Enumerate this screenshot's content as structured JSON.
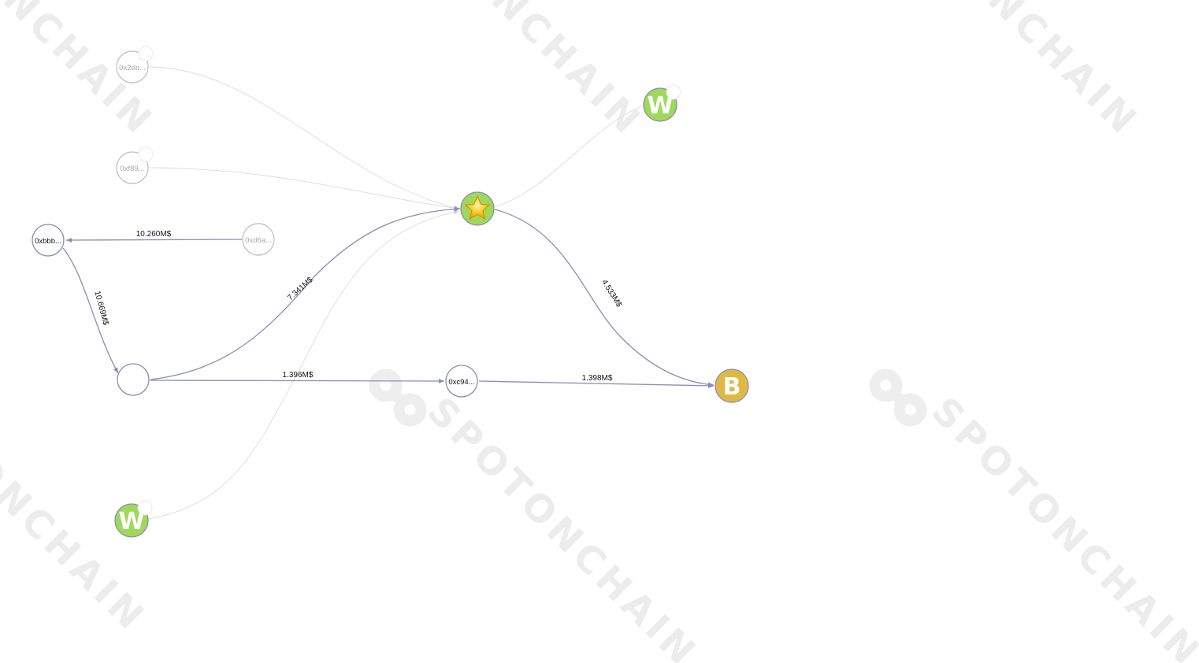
{
  "watermark": {
    "text": "SPOTONCHAIN"
  },
  "colors": {
    "edge": "#8a8cb4",
    "edge_faint": "#dcdcdc",
    "wallet_green": "#9ed95a",
    "exchange_gold": "#e0b943",
    "star_gold": "#f5c518"
  },
  "nodes": {
    "n_2eb": {
      "label": "0x2eb...",
      "style": "faint",
      "icon": "address"
    },
    "n_f89": {
      "label": "0xf89...",
      "style": "faint",
      "icon": "address"
    },
    "n_bbb": {
      "label": "0xbbb...",
      "style": "normal",
      "icon": "address"
    },
    "n_d6a": {
      "label": "0xd6a...",
      "style": "faint",
      "icon": "address"
    },
    "n_empty": {
      "label": "",
      "style": "normal",
      "icon": "address"
    },
    "n_c94": {
      "label": "0xc94...",
      "style": "normal",
      "icon": "address"
    },
    "n_star": {
      "label": "",
      "style": "normal",
      "icon": "star-icon"
    },
    "n_w_top": {
      "label": "W",
      "style": "normal",
      "icon": "w-wallet-icon"
    },
    "n_w_bottom": {
      "label": "W",
      "style": "normal",
      "icon": "w-wallet-icon"
    },
    "n_b": {
      "label": "B",
      "style": "normal",
      "icon": "b-exchange-icon"
    }
  },
  "edges": {
    "e_d6a_bbb": {
      "from": "0xd6a...",
      "to": "0xbbb...",
      "amount": "10.260M$"
    },
    "e_bbb_empty": {
      "from": "0xbbb...",
      "to": "",
      "amount": "10.669M$"
    },
    "e_empty_star": {
      "from": "",
      "to": "star",
      "amount": "7.341M$"
    },
    "e_empty_c94": {
      "from": "",
      "to": "0xc94...",
      "amount": "1.396M$"
    },
    "e_c94_b": {
      "from": "0xc94...",
      "to": "B",
      "amount": "1.398M$"
    },
    "e_star_b": {
      "from": "star",
      "to": "B",
      "amount": "4.533M$"
    },
    "e_2eb_star": {
      "from": "0x2eb...",
      "to": "star",
      "amount": ""
    },
    "e_f89_star": {
      "from": "0xf89...",
      "to": "star",
      "amount": ""
    },
    "e_star_w_top": {
      "from": "star",
      "to": "W",
      "amount": ""
    },
    "e_w_bottom_star": {
      "from": "W",
      "to": "star",
      "amount": ""
    }
  }
}
